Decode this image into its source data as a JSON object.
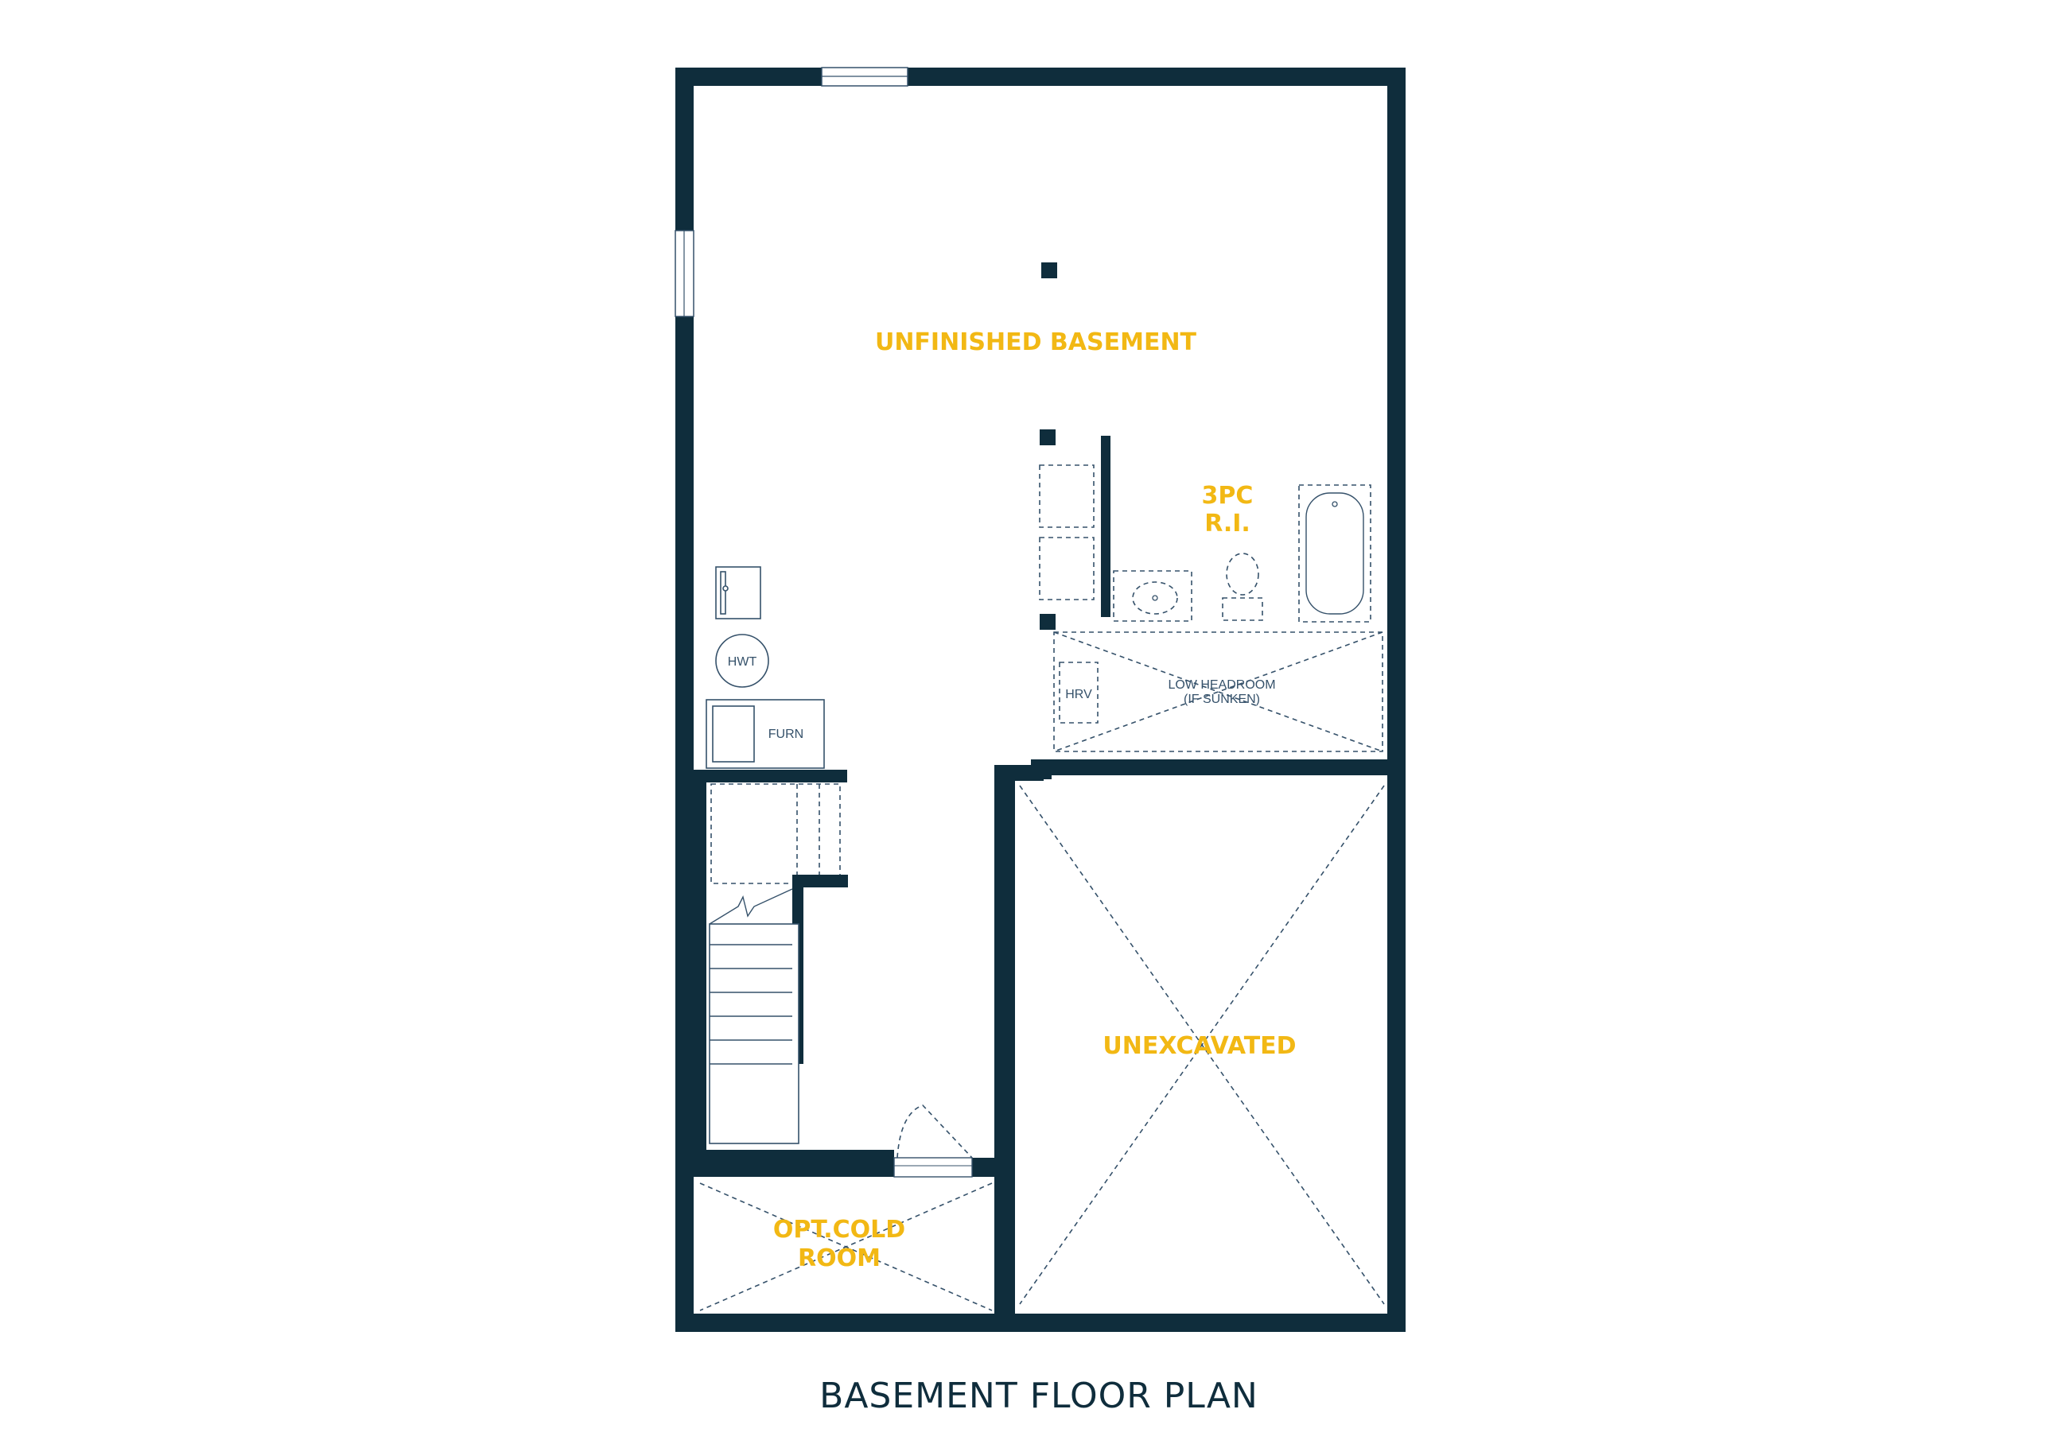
{
  "colors": {
    "wall": "#0f2d3c",
    "label": "#f2b814",
    "line": "#35516a",
    "background": "#ffffff"
  },
  "rooms": {
    "unfinished_basement": "UNFINISHED BASEMENT",
    "bath_line1": "3PC",
    "bath_line2": "R.I.",
    "unexcavated": "UNEXCAVATED",
    "cold_room_line1": "OPT.COLD",
    "cold_room_line2": "ROOM"
  },
  "fixtures": {
    "hwt": "HWT",
    "furnace": "FURN",
    "hrv": "HRV",
    "low_headroom_line1": "LOW HEADROOM",
    "low_headroom_line2": "(IF SUNKEN)"
  },
  "title": "BASEMENT FLOOR PLAN"
}
